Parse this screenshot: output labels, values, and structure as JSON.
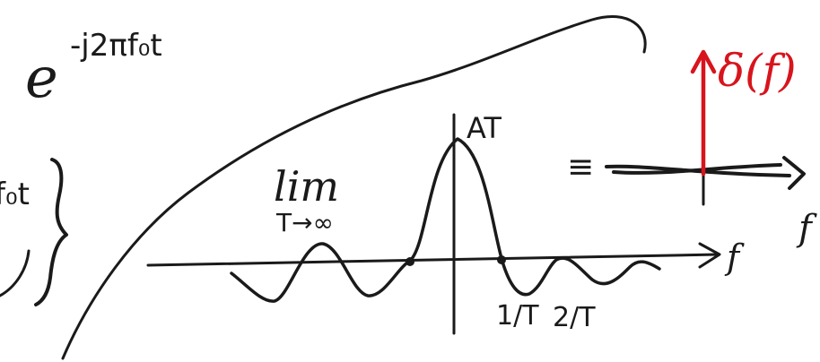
{
  "note": {
    "exponential": {
      "base": "e",
      "exponent": "-j2πf₀t"
    },
    "left_fragment": "f₀t",
    "limit": {
      "op": "lim",
      "subscript": "T→∞"
    },
    "peak_label": "AT",
    "tick_labels": [
      "1/T",
      "2/T"
    ],
    "axis_label_left": "f",
    "equivalence_symbol": "≡",
    "delta_label": "δ(f)",
    "axis_label_right": "f"
  },
  "colors": {
    "ink": "#1a1a1a",
    "accent": "#d8141c"
  }
}
